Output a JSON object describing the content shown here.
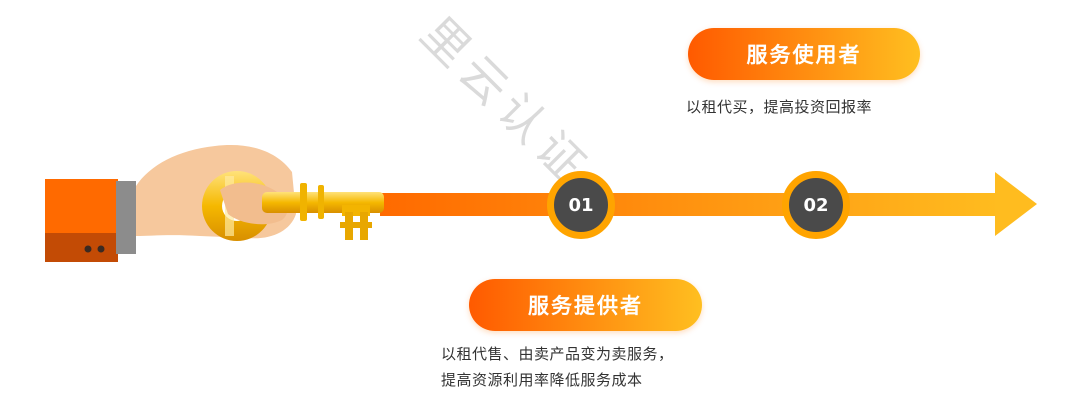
{
  "watermark": "里云认证",
  "user_section": {
    "title": "服务使用者",
    "description": "以租代买，提高投资回报率"
  },
  "provider_section": {
    "title": "服务提供者",
    "description_line1": "以租代售、由卖产品变为卖服务，",
    "description_line2": "提高资源利用率降低服务成本"
  },
  "steps": [
    {
      "label": "01"
    },
    {
      "label": "02"
    }
  ],
  "colors": {
    "accent_start": "#ff5a00",
    "accent_end": "#ffbf20",
    "node_fill": "#4a4a4a",
    "node_ring": "#ffa400"
  },
  "icons": [
    "hand-holding-key-icon",
    "arrow-right-icon"
  ]
}
